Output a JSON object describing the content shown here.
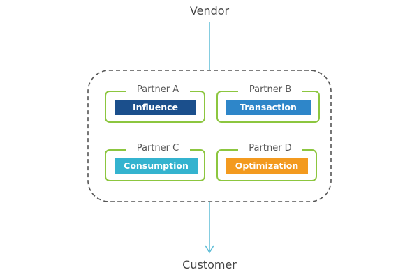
{
  "nodes": {
    "vendor": "Vendor",
    "customer": "Customer"
  },
  "partners": [
    {
      "name": "Partner A",
      "role": "Influence",
      "role_color": "#1b4f8c"
    },
    {
      "name": "Partner B",
      "role": "Transaction",
      "role_color": "#2e86c9"
    },
    {
      "name": "Partner C",
      "role": "Consumption",
      "role_color": "#34b3cf"
    },
    {
      "name": "Partner D",
      "role": "Optimization",
      "role_color": "#f39a1f"
    }
  ],
  "colors": {
    "arrow": "#5cbcd6",
    "partner_border": "#8cc63f",
    "group_border": "#555555",
    "text": "#444444"
  }
}
